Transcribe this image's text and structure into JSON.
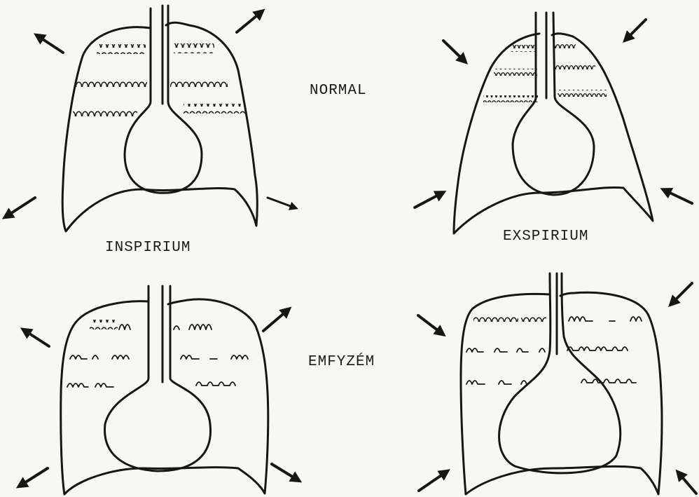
{
  "labels": {
    "normal": "NORMAL",
    "inspirium": "INSPIRIUM",
    "exspirium": "EXSPIRIUM",
    "emfyzem": "EMFYZÉM"
  },
  "panels": [
    {
      "id": "normal-inspirium",
      "arrow_direction": "outward"
    },
    {
      "id": "normal-exspirium",
      "arrow_direction": "inward"
    },
    {
      "id": "emphysema-inspirium",
      "arrow_direction": "outward"
    },
    {
      "id": "emphysema-exspirium",
      "arrow_direction": "inward"
    }
  ],
  "colors": {
    "ink": "#161616",
    "paper": "#f7f7f4"
  }
}
